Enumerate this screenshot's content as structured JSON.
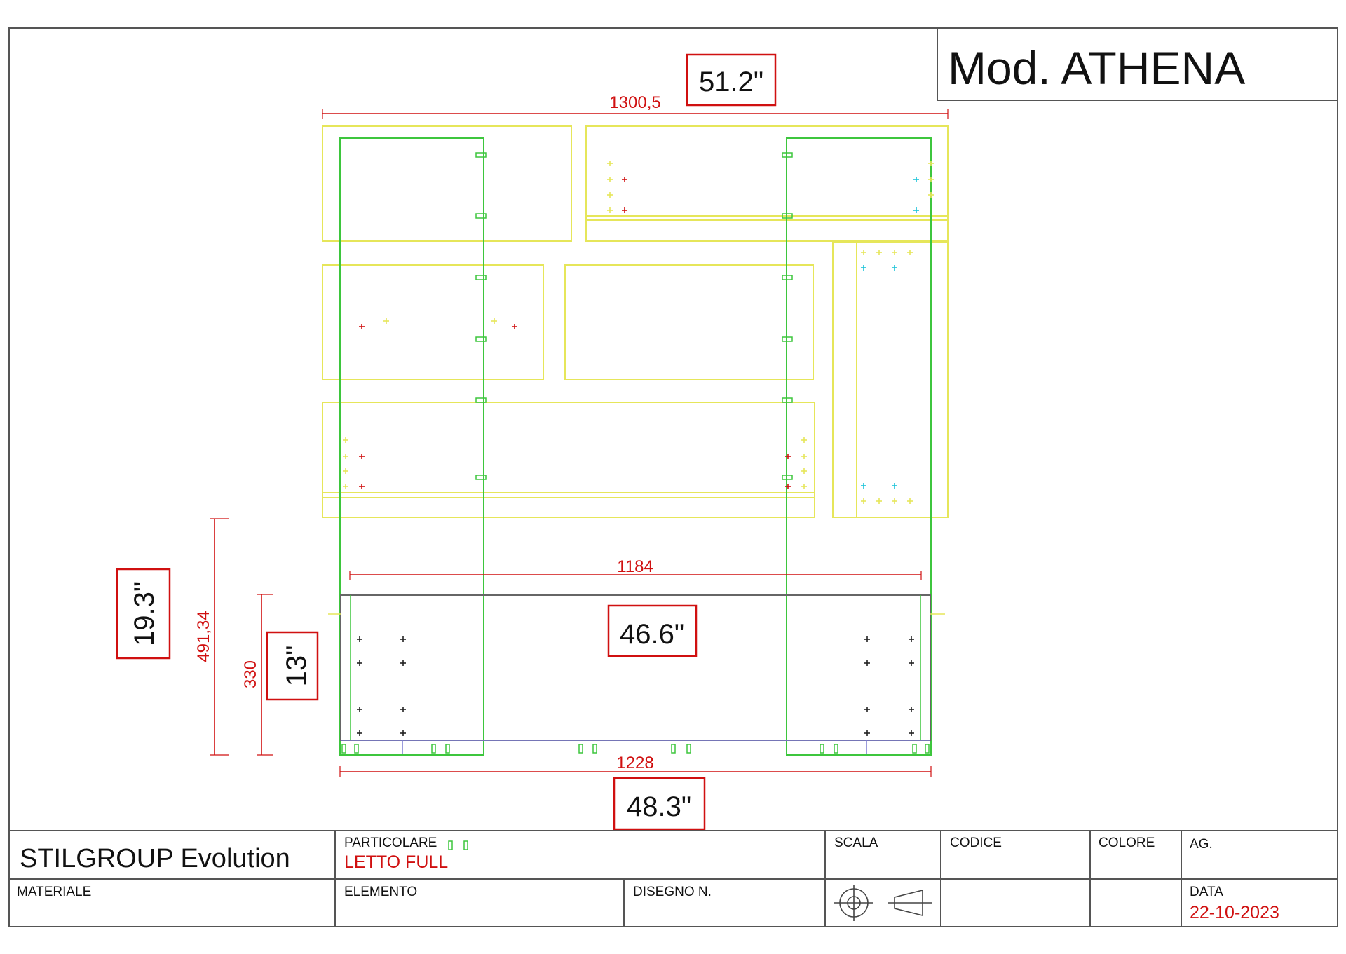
{
  "title_block": {
    "model": "Mod. ATHENA",
    "company": "STILGROUP Evolution",
    "particolare_label": "PARTICOLARE",
    "particolare_value": "LETTO FULL",
    "scala_label": "SCALA",
    "codice_label": "CODICE",
    "colore_label": "COLORE",
    "ag_label": "AG.",
    "materiale_label": "MATERIALE",
    "elemento_label": "ELEMENTO",
    "disegno_label": "DISEGNO N.",
    "data_label": "DATA",
    "data_value": "22-10-2023"
  },
  "dimensions": {
    "top_width": "1300,5",
    "top_width_in": "51.2\"",
    "inner_width": "1184",
    "inner_width_in": "46.6\"",
    "bottom_width": "1228",
    "bottom_width_in": "48.3\"",
    "total_height": "491,34",
    "total_height_in": "19.3\"",
    "panel_height": "330",
    "panel_height_in": "13\""
  },
  "colors": {
    "dimension_red": "#d01010",
    "panel_yellow": "#e6e65a",
    "panel_green": "#3dc63d",
    "hole_cyan": "#19c3d8"
  }
}
